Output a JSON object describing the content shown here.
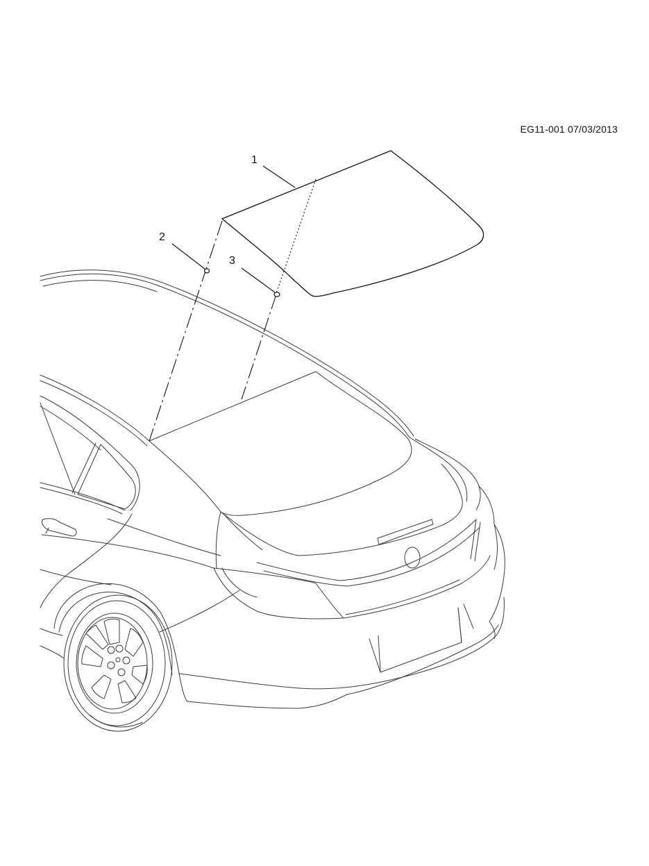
{
  "document": {
    "reference": "EG11-001 07/03/2013"
  },
  "callouts": [
    {
      "number": "1"
    },
    {
      "number": "2"
    },
    {
      "number": "3"
    }
  ]
}
